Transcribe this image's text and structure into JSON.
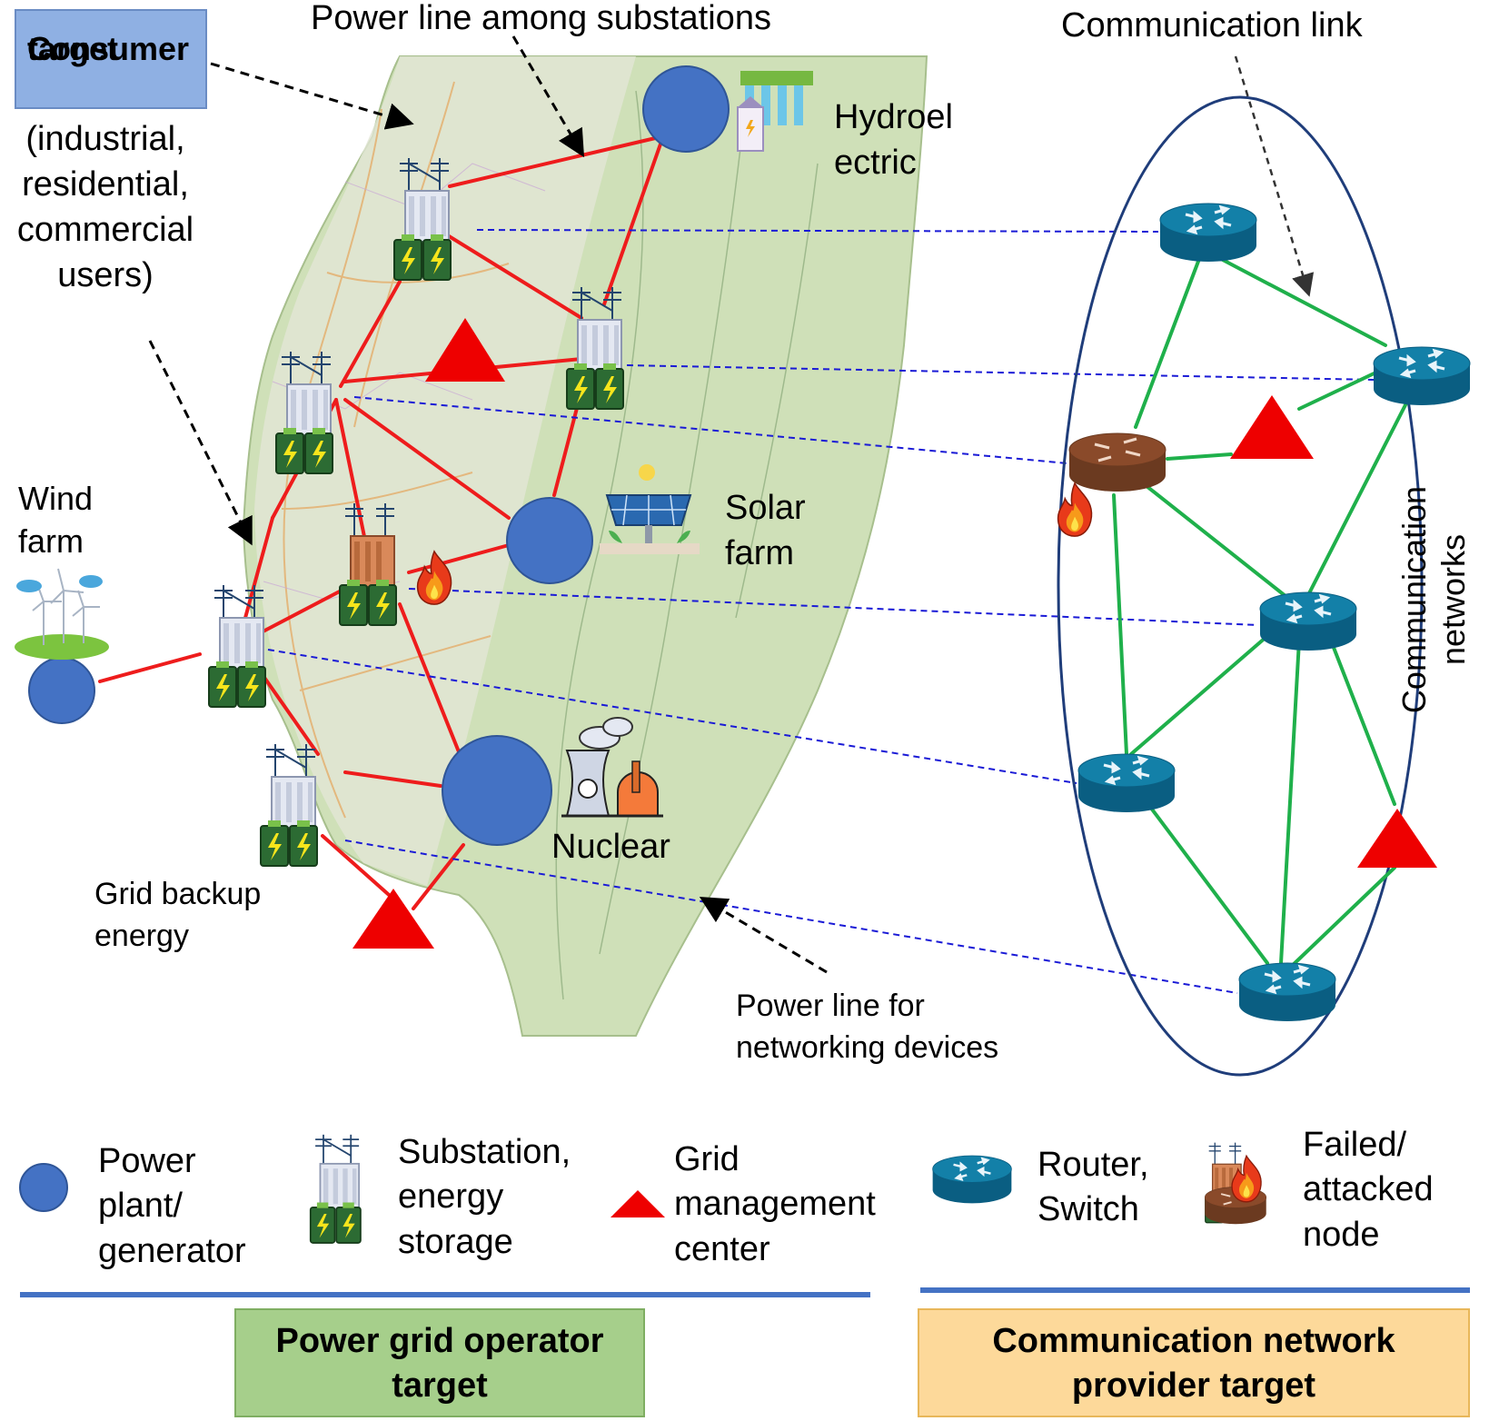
{
  "labels": {
    "power_line_substations": "Power line among substations",
    "communication_link": "Communication link",
    "hydroelectric_line1": "Hydroel",
    "hydroelectric_line2": "ectric",
    "consumer_target_line1": "Consumer",
    "consumer_target_line2": "target",
    "consumer_desc_line1": "(industrial,",
    "consumer_desc_line2": "residential,",
    "consumer_desc_line3": "commercial",
    "consumer_desc_line4": "users)",
    "wind_farm_line1": "Wind",
    "wind_farm_line2": "farm",
    "solar_farm_line1": "Solar",
    "solar_farm_line2": "farm",
    "nuclear": "Nuclear",
    "grid_backup_line1": "Grid backup",
    "grid_backup_line2": "energy",
    "power_line_networking_line1": "Power line for",
    "power_line_networking_line2": "networking devices",
    "communication_networks_line1": "Communication",
    "communication_networks_line2": "networks"
  },
  "legend": {
    "power_plant": [
      "Power",
      "plant/",
      "generator"
    ],
    "substation": [
      "Substation,",
      "energy",
      "storage"
    ],
    "grid_mgmt": [
      "Grid",
      "management",
      "center"
    ],
    "router": [
      "Router,",
      "Switch"
    ],
    "failed": [
      "Failed/",
      "attacked",
      "node"
    ]
  },
  "targets": {
    "power_grid_line1": "Power grid operator",
    "power_grid_line2": "target",
    "comm_line1": "Communication network",
    "comm_line2": "provider target"
  },
  "colors": {
    "power_plant": "#4472c4",
    "power_line": "#ee1c1c",
    "comm_link": "#1fb04b",
    "dashed_link": "#1a1ad6",
    "grid_mgmt": "#ee0000",
    "router": "#0e6f96",
    "failed": "#8a4a2a",
    "ellipse": "#1f3d7a",
    "divider": "#4472c4"
  },
  "icons": {
    "router": "router-icon",
    "substation": "substation-icon",
    "battery": "battery-icon",
    "fire": "fire-icon",
    "hydro": "hydroelectric-icon",
    "solar": "solar-panel-icon",
    "wind": "wind-turbine-icon",
    "nuclear": "nuclear-plant-icon"
  }
}
